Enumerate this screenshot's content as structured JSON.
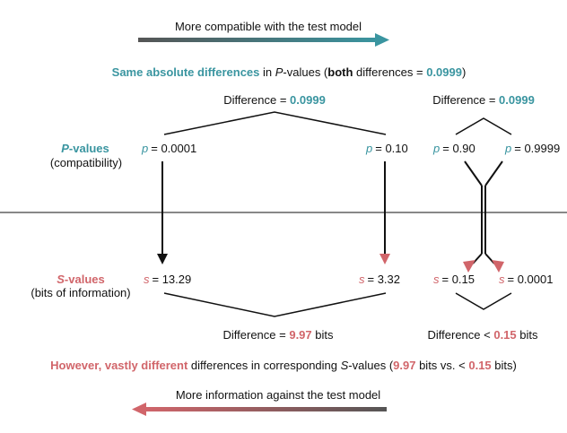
{
  "top_arrow_label": "More compatible with the test model",
  "bottom_arrow_label": "More information against the test model",
  "headline": {
    "part1": "Same absolute differences",
    "part2": " in ",
    "part3": "P",
    "part4": "-values (",
    "part5": "both",
    "part6": " differences = ",
    "part7": "0.0999",
    "part8": ")"
  },
  "footline": {
    "part1": "However, vastly different",
    "part2": " differences in corresponding ",
    "part3": "S",
    "part4": "-values (",
    "part5": "9.97",
    "part6": " bits vs. < ",
    "part7": "0.15",
    "part8": " bits)"
  },
  "p_row": {
    "title_letter": "P",
    "title_rest": "-values",
    "subtitle": "(compatibility)",
    "symbol": "p",
    "values": [
      "= 0.0001",
      "= 0.10",
      "= 0.90",
      "= 0.9999"
    ]
  },
  "s_row": {
    "title_letter": "S",
    "title_rest": "-values",
    "subtitle": "(bits of information)",
    "symbol": "s",
    "values": [
      "= 13.29",
      "= 3.32",
      "= 0.15",
      "= 0.0001"
    ]
  },
  "diff_left_top": {
    "label": "Difference = ",
    "value": "0.0999"
  },
  "diff_right_top": {
    "label": "Difference = ",
    "value": "0.0999"
  },
  "diff_left_bottom": {
    "label": "Difference = ",
    "value": "9.97",
    "unit": " bits"
  },
  "diff_right_bottom": {
    "label": "Difference < ",
    "value": "0.15",
    "unit": " bits"
  },
  "colors": {
    "teal": "#3a95a0",
    "red": "#d1656a",
    "gray": "#555555"
  }
}
